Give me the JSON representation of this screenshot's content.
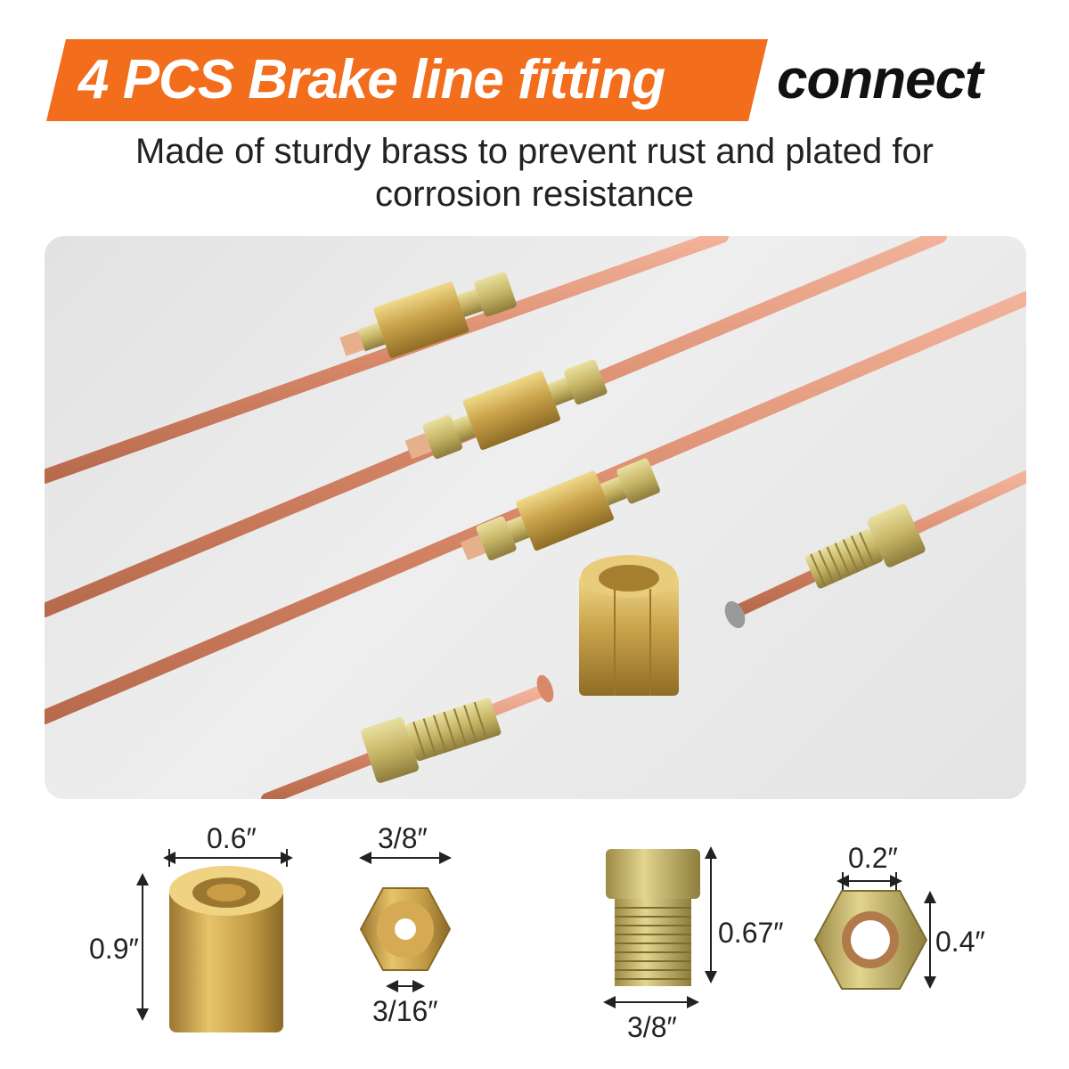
{
  "header": {
    "title_highlight": "4 PCS Brake line fitting",
    "title_tail": "connect",
    "subtitle_line1": "Made of sturdy brass to prevent rust and plated for",
    "subtitle_line2": "corrosion resistance"
  },
  "colors": {
    "banner_orange": "#f26d1c",
    "copper": "#d9896a",
    "brass": "#c9a24a",
    "zinc_yellow": "#cfc06a"
  },
  "dimensions": {
    "union_width": "0.6″",
    "union_height": "0.9″",
    "union_top_hex": "3/8″",
    "union_bore": "3/16″",
    "bolt_height": "0.67″",
    "bolt_width": "3/8″",
    "nut_bore": "0.2″",
    "nut_height": "0.4″"
  }
}
